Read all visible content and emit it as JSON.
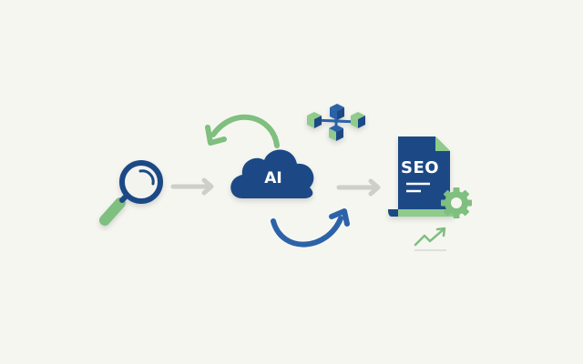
{
  "diagram": {
    "title": "",
    "nodes": [
      {
        "id": "search",
        "icon": "magnifying-glass-icon"
      },
      {
        "id": "ai",
        "label": "AI",
        "icon": "cloud-icon"
      },
      {
        "id": "network",
        "icon": "cube-network-icon"
      },
      {
        "id": "seo",
        "label": "SEO",
        "icon": "document-icon"
      },
      {
        "id": "gear",
        "icon": "gear-icon"
      },
      {
        "id": "growth",
        "icon": "trend-up-icon"
      }
    ],
    "edges": [
      {
        "from": "search",
        "to": "ai",
        "style": "gray-arrow"
      },
      {
        "from": "ai",
        "to": "seo",
        "style": "gray-arrow"
      },
      {
        "from": "ai",
        "to": "ai",
        "style": "green-curved-arrow"
      },
      {
        "from": "ai",
        "to": "ai",
        "style": "blue-curved-arrow"
      }
    ],
    "ai_label": "AI",
    "seo_label": "SEO"
  },
  "colors": {
    "background": "#f6f6f1",
    "navy": "#1f4a86",
    "blue": "#2c62a8",
    "green": "#7fbf7f",
    "gray_arrow": "#cfcfc9",
    "white": "#ffffff"
  }
}
